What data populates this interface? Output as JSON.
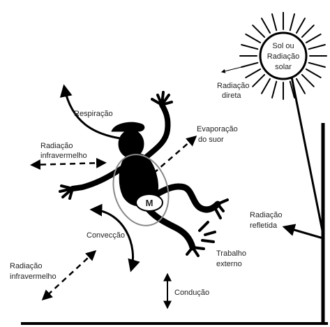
{
  "sun": {
    "line1": "Sol ou",
    "line2": "Radiação",
    "line3": "solar"
  },
  "labels": {
    "radiacao_direta_1": "Radiação",
    "radiacao_direta_2": "direta",
    "respiracao": "Respiração",
    "evaporacao_1": "Evaporação",
    "evaporacao_2": "do suor",
    "radiacao_iv_upper_1": "Radiação",
    "radiacao_iv_upper_2": "infravermelho",
    "radiacao_refletida_1": "Radiação",
    "radiacao_refletida_2": "refletida",
    "conveccao": "Convecção",
    "trabalho_1": "Trabalho",
    "trabalho_2": "externo",
    "radiacao_iv_lower_1": "Radiação",
    "radiacao_iv_lower_2": "infravermelho",
    "conducao": "Condução",
    "metabolismo": "M"
  },
  "colors": {
    "ink": "#000000",
    "text": "#222222",
    "ellipse": "#888888"
  }
}
